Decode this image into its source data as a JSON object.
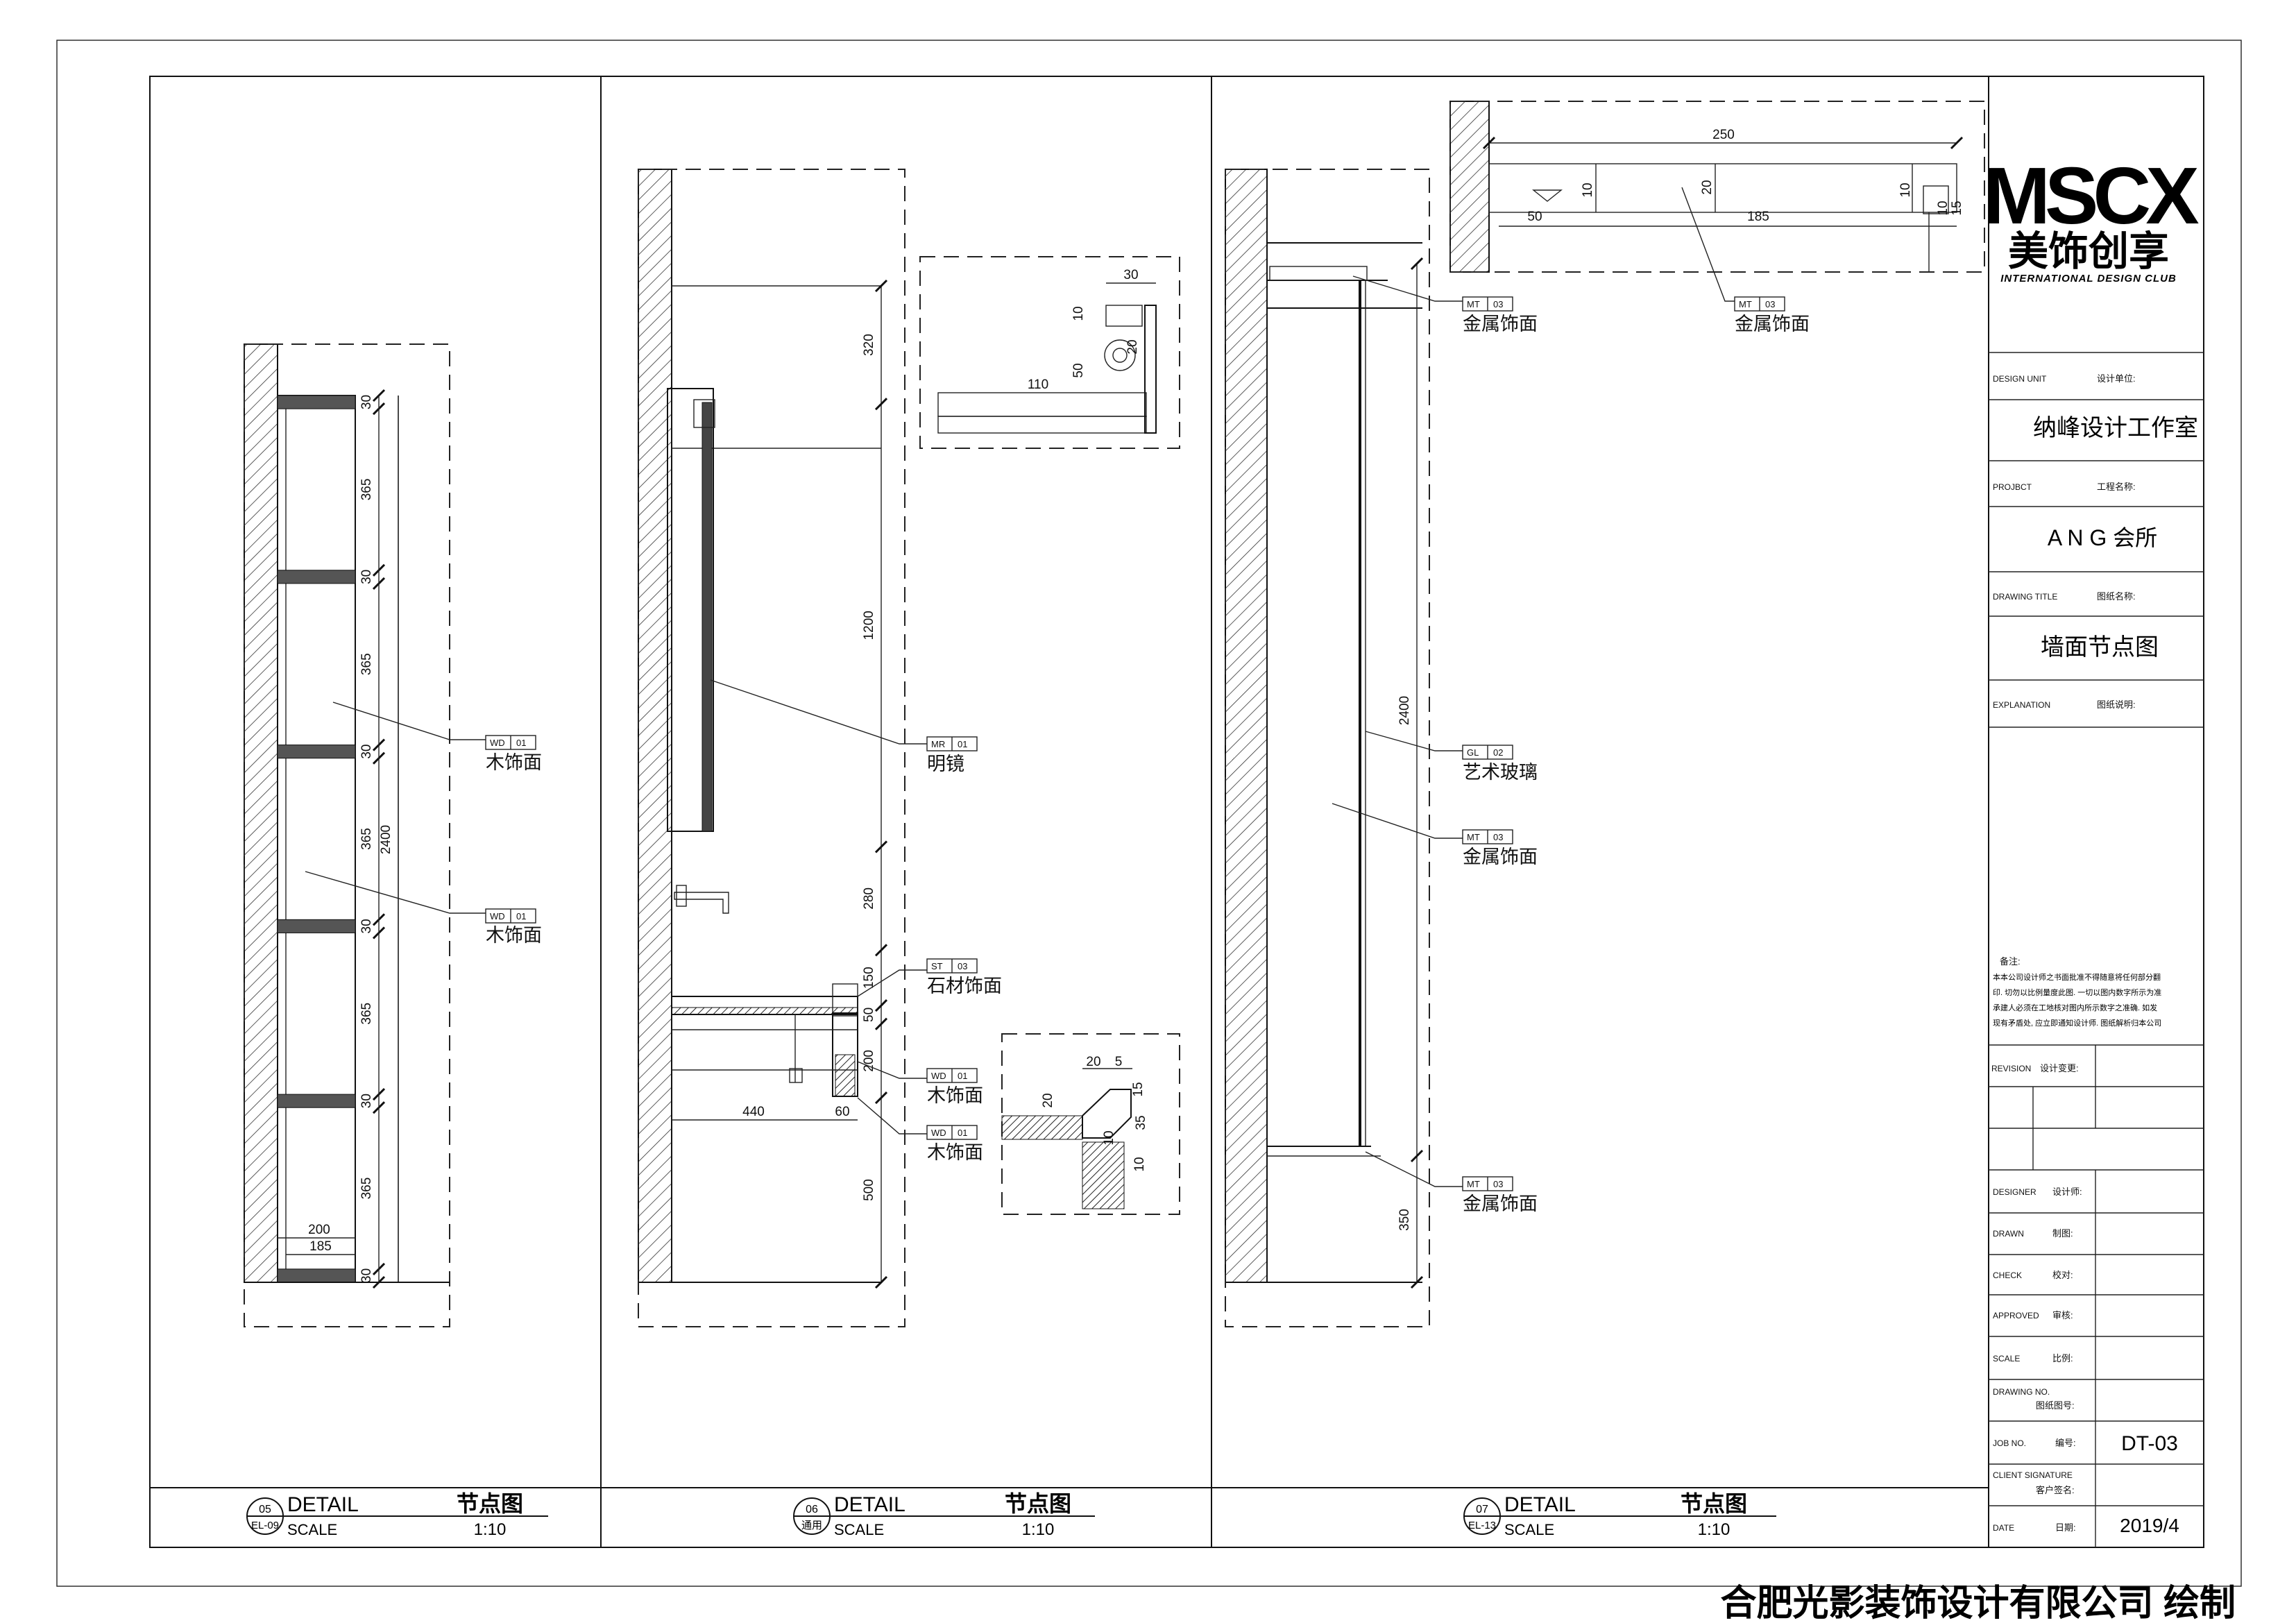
{
  "logo": {
    "mark": "MSCX",
    "mark_cn": "美饰创享",
    "tagline": "INTERNATIONAL DESIGN CLUB"
  },
  "title_block": {
    "design_unit": {
      "en": "DESIGN UNIT",
      "cn": "设计单位:",
      "value": "纳峰设计工作室"
    },
    "project": {
      "en": "PROJBCT",
      "cn": "工程名称:",
      "value": "A N G 会所"
    },
    "drawing_title": {
      "en": "DRAWING TITLE",
      "cn": "图纸名称:",
      "value": "墙面节点图"
    },
    "explanation": {
      "en": "EXPLANATION",
      "cn": "图纸说明:"
    },
    "notes": {
      "heading": "备注:",
      "lines": [
        "本本公司设计师之书面批准不得随意将任何部分翻",
        "印. 切勿以比例量度此图. 一切以图内数字所示为准",
        "承建人必须在工地核对图内所示数字之准确. 如发",
        "现有矛盾处, 应立即通知设计师. 图纸解析归本公司"
      ]
    },
    "revision": {
      "en": "REVISION",
      "cn": "设计变更:"
    },
    "designer": {
      "en": "DESIGNER",
      "cn": "设计师:"
    },
    "drawn": {
      "en": "DRAWN",
      "cn": "制图:"
    },
    "check": {
      "en": "CHECK",
      "cn": "校对:"
    },
    "approved": {
      "en": "APPROVED",
      "cn": "审核:"
    },
    "scale": {
      "en": "SCALE",
      "cn": "比例:"
    },
    "drawing_no": {
      "en": "DRAWING NO.",
      "cn": "图纸图号:"
    },
    "job_no": {
      "en": "JOB NO.",
      "cn": "编号:",
      "value": "DT-03"
    },
    "client_signature": {
      "en": "CLIENT SIGNATURE",
      "cn": "客户签名:"
    },
    "date": {
      "en": "DATE",
      "cn": "日期:",
      "value": "2019/4"
    }
  },
  "footer": "合肥光影装饰设计有限公司 绘制",
  "details": [
    {
      "num": "05",
      "ref": "EL-09",
      "title": "DETAIL",
      "title_cn": "节点图",
      "scale_label": "SCALE",
      "scale": "1:10"
    },
    {
      "num": "06",
      "ref": "通用",
      "title": "DETAIL",
      "title_cn": "节点图",
      "scale_label": "SCALE",
      "scale": "1:10"
    },
    {
      "num": "07",
      "ref": "EL-13",
      "title": "DETAIL",
      "title_cn": "节点图",
      "scale_label": "SCALE",
      "scale": "1:10"
    }
  ],
  "detail05": {
    "dims_right": [
      "30",
      "365",
      "30",
      "365",
      "30",
      "365",
      "30",
      "365",
      "30",
      "365",
      "30"
    ],
    "dim_total": "2400",
    "dim_bottom": [
      "200",
      "185"
    ],
    "labels": [
      {
        "code": "WD",
        "no": "01",
        "text": "木饰面"
      },
      {
        "code": "WD",
        "no": "01",
        "text": "木饰面"
      }
    ]
  },
  "detail06": {
    "dims_vertical": [
      "320",
      "1200",
      "280",
      "150",
      "50",
      "200",
      "500"
    ],
    "dims_other": [
      "440",
      "60",
      "35"
    ],
    "inset_top_dims": [
      "30",
      "10",
      "20",
      "50",
      "110"
    ],
    "inset_bottom_dims": [
      "20",
      "5",
      "20",
      "15",
      "35",
      "10",
      "10"
    ],
    "labels": [
      {
        "code": "MR",
        "no": "01",
        "text": "明镜"
      },
      {
        "code": "ST",
        "no": "03",
        "text": "石材饰面"
      },
      {
        "code": "WD",
        "no": "01",
        "text": "木饰面"
      },
      {
        "code": "WD",
        "no": "01",
        "text": "木饰面"
      }
    ]
  },
  "detail07": {
    "dims": [
      "2400",
      "350"
    ],
    "plan_dims": [
      "250",
      "10",
      "20",
      "50",
      "185",
      "10",
      "10",
      "15"
    ],
    "labels": [
      {
        "code": "MT",
        "no": "03",
        "text": "金属饰面"
      },
      {
        "code": "MT",
        "no": "03",
        "text": "金属饰面"
      },
      {
        "code": "GL",
        "no": "02",
        "text": "艺术玻璃"
      },
      {
        "code": "MT",
        "no": "03",
        "text": "金属饰面"
      },
      {
        "code": "MT",
        "no": "03",
        "text": "金属饰面"
      }
    ]
  }
}
